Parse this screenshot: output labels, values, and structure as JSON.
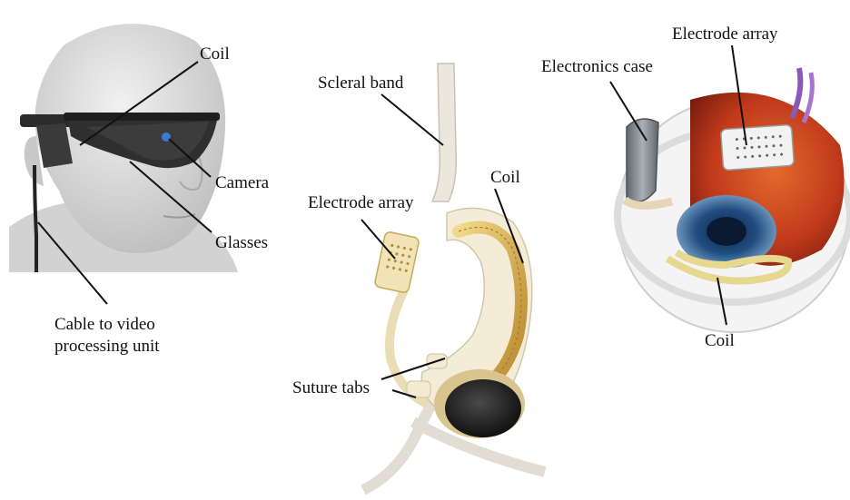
{
  "panels": {
    "glasses": {
      "labels": {
        "coil": "Coil",
        "camera": "Camera",
        "glasses": "Glasses",
        "cable": "Cable to video\nprocessing unit"
      }
    },
    "implant": {
      "labels": {
        "scleral_band": "Scleral band",
        "electrode_array": "Electrode array",
        "coil": "Coil",
        "suture_tabs": "Suture tabs"
      }
    },
    "eye": {
      "labels": {
        "electronics_case": "Electronics case",
        "electrode_array": "Electrode array",
        "coil": "Coil"
      }
    }
  },
  "colors": {
    "skin": "#d9d9d9",
    "glasses_frame": "#2b2b2b",
    "camera": "#3a7bd5",
    "coil_gold": "#d9b25a",
    "retina_red": "#c0391b",
    "iris_blue": "#1f4d80",
    "case_gray": "#7d858c",
    "scleral_band": "#ece7dd"
  }
}
